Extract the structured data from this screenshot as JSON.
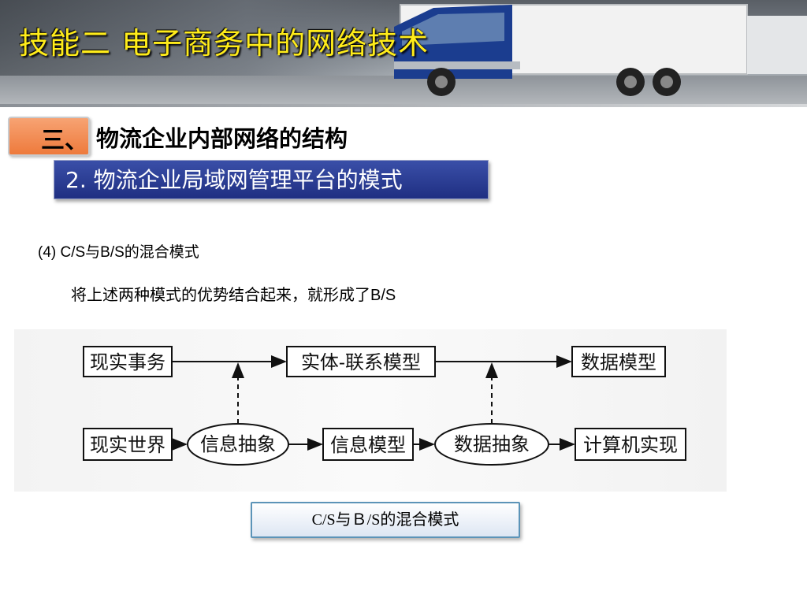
{
  "header": {
    "title": "技能二  电子商务中的网络技术"
  },
  "section": {
    "number": "三、",
    "title": "物流企业内部网络的结构"
  },
  "subtitle": "2. 物流企业局域网管理平台的模式",
  "body": {
    "para1": "(4) C/S与B/S的混合模式",
    "para2": "将上述两种模式的优势结合起来，就形成了B/S"
  },
  "diagram": {
    "top_row": [
      "现实事务",
      "实体-联系模型",
      "数据模型"
    ],
    "bottom_row": [
      "现实世界",
      "信息抽象",
      "信息模型",
      "数据抽象",
      "计算机实现"
    ]
  },
  "caption": "C/S与Ｂ/S的混合模式"
}
